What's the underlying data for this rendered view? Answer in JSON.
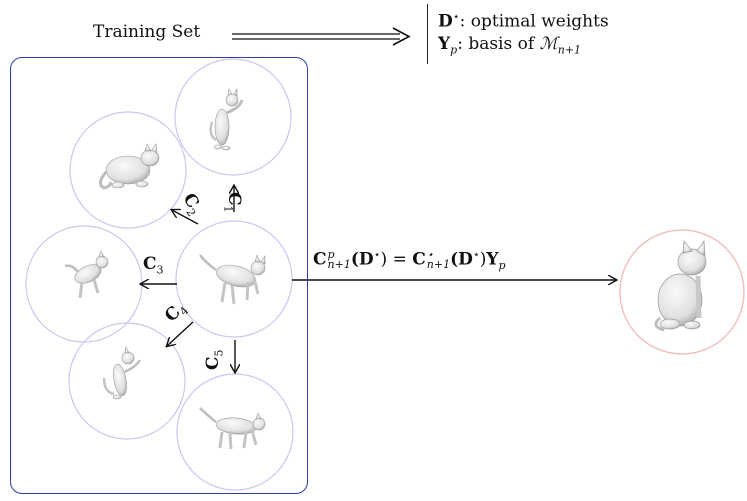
{
  "header": {
    "training_set_label": "Training Set",
    "legend": [
      {
        "symbol": "D",
        "sup": "⋆",
        "text": ": optimal weights"
      },
      {
        "symbol": "Y",
        "sub": "p",
        "text": ": basis of ",
        "math": "ℳ",
        "math_sub": "n+1"
      }
    ]
  },
  "arrow_labels": {
    "c1": {
      "base": "C",
      "sub": "1"
    },
    "c2": {
      "base": "C",
      "sub": "2"
    },
    "c3": {
      "base": "C",
      "sub": "3"
    },
    "c4": {
      "base": "C",
      "sub": "4"
    },
    "c5": {
      "base": "C",
      "sub": "5"
    }
  },
  "equation": {
    "lhs_base": "C",
    "lhs_sup": "p",
    "lhs_sub": "n+1",
    "lhs_arg": "(D",
    "lhs_arg_sup": "⋆",
    "lhs_close": ")",
    "eq": " = ",
    "rhs_base": "C",
    "rhs_sup": "⋆",
    "rhs_sub": "n+1",
    "rhs_arg": "(D",
    "rhs_arg_sup": "⋆",
    "rhs_close": ")",
    "rhs_tail": "Y",
    "rhs_tail_sub": "p"
  },
  "colors": {
    "training_box_border": "#2a3fa8",
    "pose_circle_border": "#c8c8f0",
    "output_circle_border": "#f0b8b8",
    "arrow": "#111111",
    "cat_fill": "#e6e6e6",
    "cat_shadow": "#9a9a9a"
  },
  "icons": {
    "pose_shape": "cat-pose-icon",
    "output_shape": "cat-sitting-icon"
  }
}
